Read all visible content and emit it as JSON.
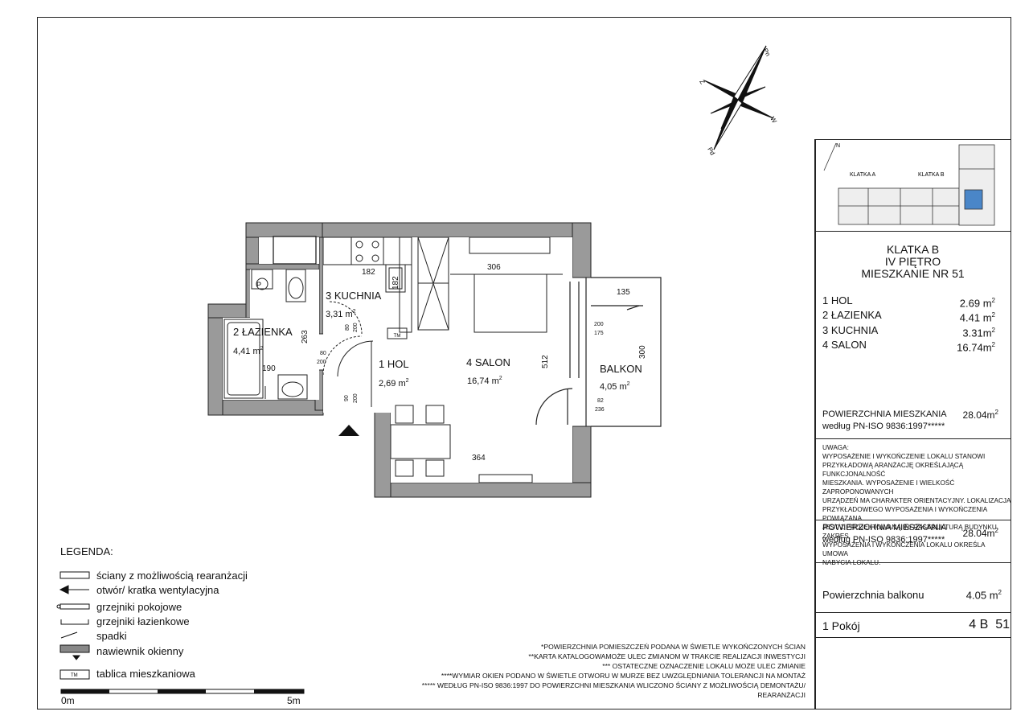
{
  "compass": {
    "n": "Pn",
    "s": "Pd",
    "w": "W",
    "z": "Z"
  },
  "keyplan": {
    "stair_a": "KLATKA A",
    "stair_b": "KLATKA B",
    "north": "N"
  },
  "header": {
    "line1": "KLATKA B",
    "line2": "IV PIĘTRO",
    "line3": "MIESZKANIE NR 51"
  },
  "rooms": [
    {
      "name": "1 HOL",
      "area": "2.69 m",
      "sup": "2"
    },
    {
      "name": "2 ŁAZIENKA",
      "area": "4.41 m",
      "sup": "2"
    },
    {
      "name": "3 KUCHNIA",
      "area": "3.31m",
      "sup": "2"
    },
    {
      "name": "4 SALON",
      "area": "16.74m",
      "sup": "2"
    }
  ],
  "area1": {
    "label1": "POWIERZCHNIA MIESZKANIA",
    "label2": "według PN-ISO 9836:1997*****",
    "value": "28.04m",
    "sup": "2"
  },
  "note": {
    "title": "UWAGA:",
    "lines": [
      "WYPOSAŻENIE I WYKOŃCZENIE LOKALU STANOWI",
      "PRZYKŁADOWĄ ARANŻACJĘ OKREŚLAJĄCĄ FUNKCJONALNOŚĆ",
      "MIESZKANIA. WYPOSAŻENIE I WIELKOŚĆ ZAPROPONOWANYCH",
      "URZĄDZEŃ MA CHARAKTER ORIENTACYJNY. LOKALIZACJA",
      "PRZYKŁADOWEGO WYPOSAŻENIA I WYKOŃCZENIA POWIĄZANA",
      "JEST Z PROJEKTOWANĄ INFRASTRUKTURĄ BUDYNKU. ZAKRES",
      "WYPOSAŻENIA I WYKOŃCZENIA LOKALU OKREŚLA UMOWA",
      "NABYCIA LOKALU."
    ]
  },
  "area2": {
    "label1": "POWIERZCHNIA MIESZKANIA",
    "label2": "według PN-ISO 9836:1997*****",
    "value": "28.04m",
    "sup": "2"
  },
  "balcony": {
    "label": "Powierzchnia balkonu",
    "value": "4.05 m",
    "sup": "2"
  },
  "summary": {
    "rooms": "1 Pokój",
    "code": "4 B  51"
  },
  "legend": {
    "title": "LEGENDA:",
    "items": [
      "ściany z możliwością rearanżacji",
      "otwór/ kratka wentylacyjna",
      "grzejniki pokojowe",
      "grzejniki łazienkowe",
      "spadki",
      "nawiewnik okienny",
      "tablica mieszkaniowa"
    ],
    "tm": "TM"
  },
  "scale": {
    "start": "0m",
    "end": "5m"
  },
  "footnotes": [
    "*POWIERZCHNIA POMIESZCZEŃ PODANA W ŚWIETLE WYKOŃCZONYCH ŚCIAN",
    "**KARTA KATALOGOWAMOŻE ULEC ZMIANOM W TRAKCIE REALIZACJI INWESTYCJI",
    "*** OSTATECZNE OZNACZENIE LOKALU MOŻE ULEC ZMIANIE",
    "****WYMIAR OKIEN PODANO W ŚWIETLE OTWORU W MURZE BEZ UWZGLĘDNIANIA TOLERANCJI NA MONTAŻ",
    "***** WEDŁUG PN-ISO 9836:1997 DO POWIERZCHNI MIESZKANIA WLICZONO ŚCIANY Z MOŻLIWOŚCIĄ DEMONTAŻU/",
    "REARANŻACJI"
  ],
  "plan": {
    "hol": "1 HOL",
    "hol_area": "2,69 m",
    "sup": "2",
    "lazienka": "2 ŁAZIENKA",
    "lazienka_area": "4,41 m",
    "kuchnia": "3 KUCHNIA",
    "kuchnia_area": "3,31 m",
    "salon": "4 SALON",
    "salon_area": "16,74 m",
    "balkon": "BALKON",
    "balkon_area": "4,05 m",
    "dims": {
      "d182a": "182",
      "d182b": "182",
      "d306": "306",
      "d135": "135",
      "d263": "263",
      "d512": "512",
      "d300": "300",
      "d190": "190",
      "d364": "364",
      "w200_175_a": "200",
      "w200_175_b": "175",
      "w82": "82",
      "w236": "236",
      "k80": "80",
      "k200": "200",
      "l80": "80",
      "l200": "200",
      "h90": "90",
      "h200": "200",
      "tm": "TM"
    }
  }
}
